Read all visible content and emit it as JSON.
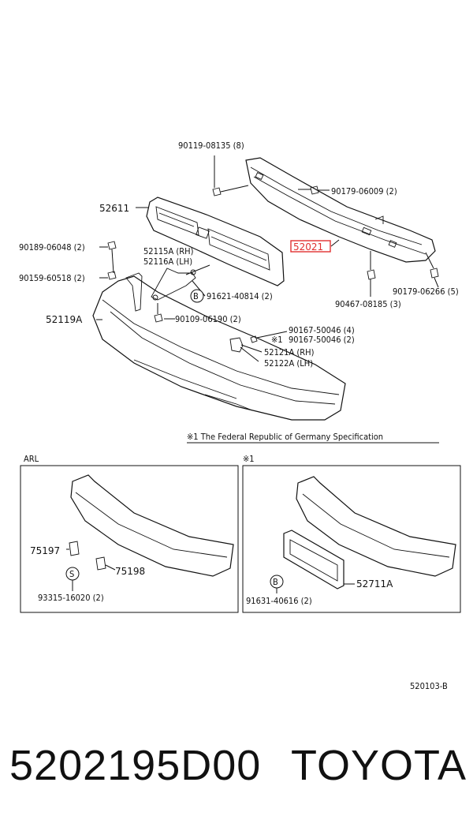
{
  "labels": {
    "bolt_top": "90119-08135 (8)",
    "nut_right_top": "90179-06009 (2)",
    "grille": "52611",
    "reinforcement": "52021",
    "nut_left_1": "90189-06048 (2)",
    "nut_left_2": "90159-60518 (2)",
    "stay_rh": "52115A (RH)",
    "stay_lh": "52116A (LH)",
    "bolt_b": "91621-40814 (2)",
    "bumper_cover": "52119A",
    "screw_mid": "90109-06190 (2)",
    "nut_right_1": "90179-06266 (5)",
    "clip_right": "90467-08185 (3)",
    "screw_a": "90167-50046 (4)",
    "screw_b": "90167-50046 (2)",
    "screw_b_mark": "※1",
    "retainer_rh": "52121A (RH)",
    "retainer_lh": "52122A (LH)"
  },
  "symbols": {
    "b": "B",
    "s": "S"
  },
  "footnote": "※1  The Federal Republic of Germany Specification",
  "inset_left": {
    "title": "ARL",
    "part_1": "75197",
    "part_2": "75198",
    "bolt": "93315-16020 (2)"
  },
  "inset_right": {
    "title": "※1",
    "plate": "52711A",
    "bolt": "91631-40616 (2)"
  },
  "figure_code": "520103-B",
  "footer": {
    "part_number": "5202195D00",
    "brand": "TOYOTA"
  },
  "colors": {
    "highlight": "#e03030",
    "ink": "#111111"
  }
}
